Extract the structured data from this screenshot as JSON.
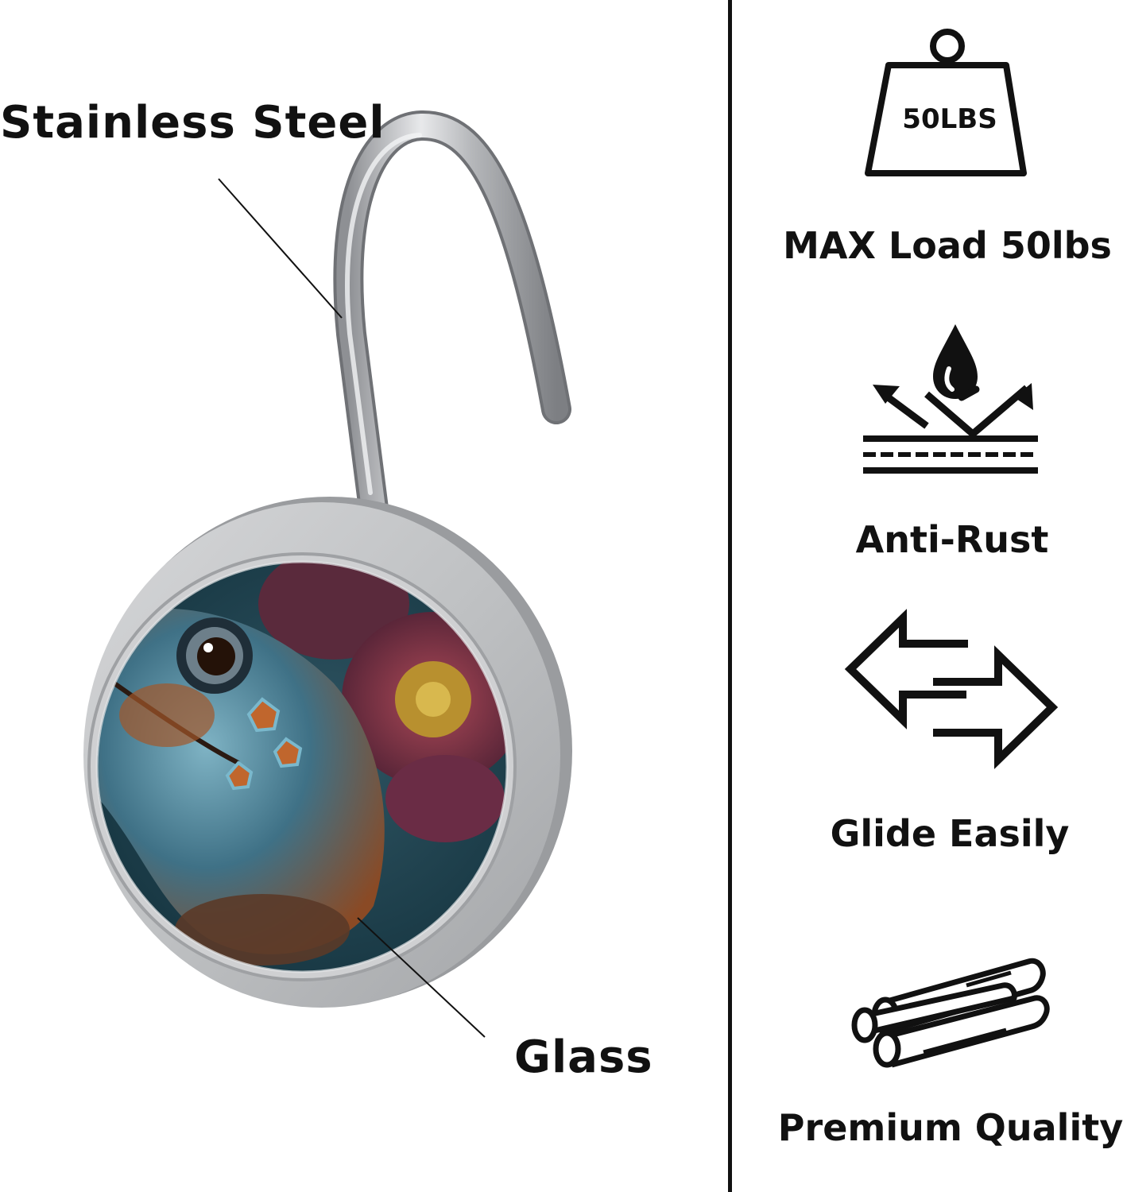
{
  "callouts": {
    "stainless_steel": "Stainless Steel",
    "glass": "Glass"
  },
  "features": {
    "weight_badge": "50LBS",
    "max_load": "MAX Load 50lbs",
    "anti_rust": "Anti-Rust",
    "glide_easily": "Glide Easily",
    "premium_quality": "Premium Quality"
  },
  "icons": [
    "weight-icon",
    "waterproof-icon",
    "glide-arrows-icon",
    "steel-rods-icon"
  ],
  "colors": {
    "ink": "#111111",
    "metal": "#b8babd",
    "background": "#ffffff"
  }
}
